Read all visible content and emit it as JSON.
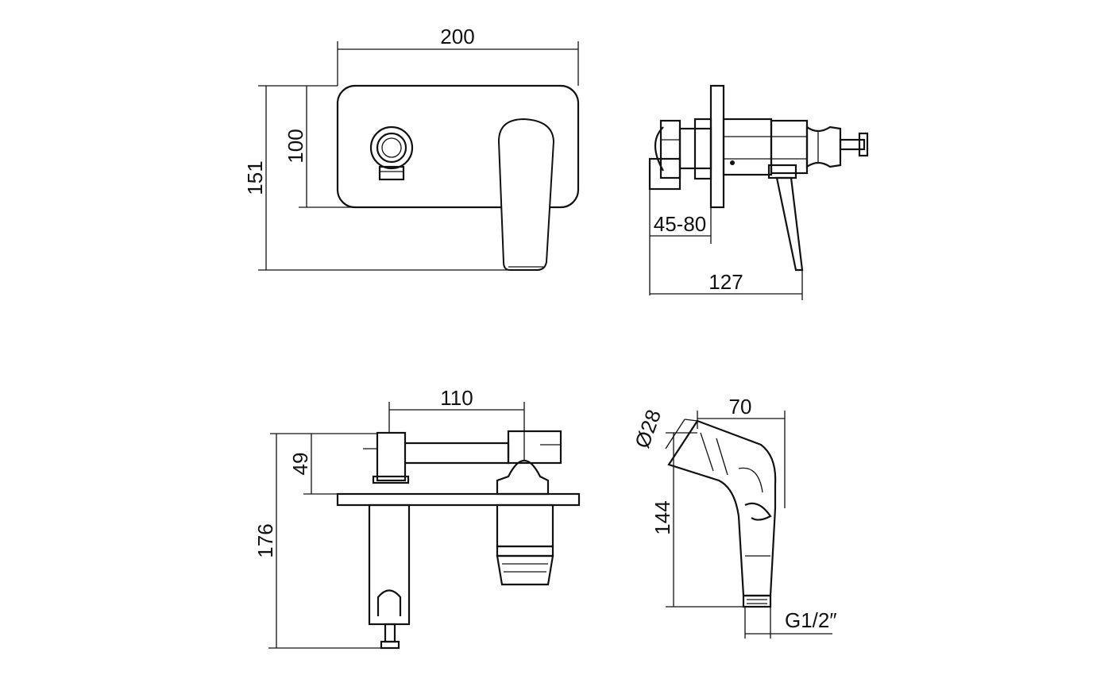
{
  "drawing": {
    "front_view": {
      "width_label": "200",
      "plate_height_label": "100",
      "total_height_label": "151"
    },
    "side_view": {
      "depth_range_label": "45-80",
      "total_depth_label": "127"
    },
    "top_view": {
      "spacing_label": "110",
      "height_label": "49",
      "total_height_label": "176"
    },
    "shower_view": {
      "diameter_label": "Ø28",
      "width_label": "70",
      "height_label": "144",
      "thread_label": "G1/2″"
    }
  }
}
